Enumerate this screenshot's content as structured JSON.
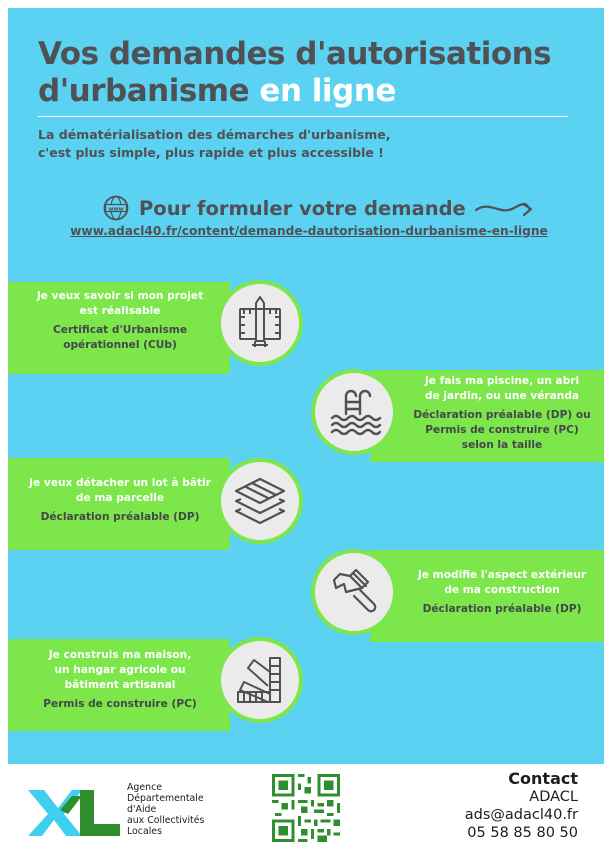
{
  "header": {
    "title_line1": "Vos demandes d'autorisations",
    "title_line2_a": "d'urbanisme ",
    "title_line2_b": "en ligne",
    "subtitle_line1": "La dématérialisation des démarches d'urbanisme,",
    "subtitle_line2": "c'est plus simple, plus rapide et plus accessible !"
  },
  "cta": {
    "label": "Pour formuler votre demande",
    "url": "www.adacl40.fr/content/demande-dautorisation-durbanisme-en-ligne",
    "icon_globe": "www-globe-icon",
    "icon_arrow": "curved-arrow-icon"
  },
  "items": [
    {
      "question": [
        "Je veux savoir si mon projet",
        "est réalisable"
      ],
      "answer": [
        "Certificat d'Urbanisme",
        "opérationnel (CUb)"
      ],
      "icon": "blueprint-ruler-icon"
    },
    {
      "question": [
        "Je fais ma piscine, un abri",
        "de jardin, ou une véranda"
      ],
      "answer": [
        "Déclaration préalable (DP) ou",
        "Permis de construire (PC)",
        "selon la taille"
      ],
      "icon": "swimming-pool-icon"
    },
    {
      "question": [
        "Je veux détacher un lot à bâtir",
        "de ma parcelle"
      ],
      "answer": [
        "Déclaration préalable (DP)"
      ],
      "icon": "land-layers-icon"
    },
    {
      "question": [
        "Je modifie l'aspect extérieur",
        "de ma construction"
      ],
      "answer": [
        "Déclaration préalable (DP)"
      ],
      "icon": "paint-brush-icon"
    },
    {
      "question": [
        "Je construis ma maison,",
        "un hangar agricole ou",
        "bâtiment artisanal"
      ],
      "answer": [
        "Permis de construire (PC)"
      ],
      "icon": "color-swatch-icon"
    }
  ],
  "footer": {
    "agency": [
      "Agence",
      "Départementale",
      "d'Aide",
      "aux Collectivités",
      "Locales"
    ],
    "contact_title": "Contact",
    "contact_org": "ADACL",
    "contact_email": "ads@adacl40.fr",
    "contact_phone": "05 58 85 80 50",
    "logo_icon": "xl-logo-icon",
    "qr_icon": "qr-code-icon"
  },
  "colors": {
    "background": "#5cd2f3",
    "green": "#7ce64a",
    "dark_text": "#4f5154",
    "white": "#ffffff",
    "logo_green": "#2f8f2f",
    "logo_cyan": "#3fd0f0"
  }
}
